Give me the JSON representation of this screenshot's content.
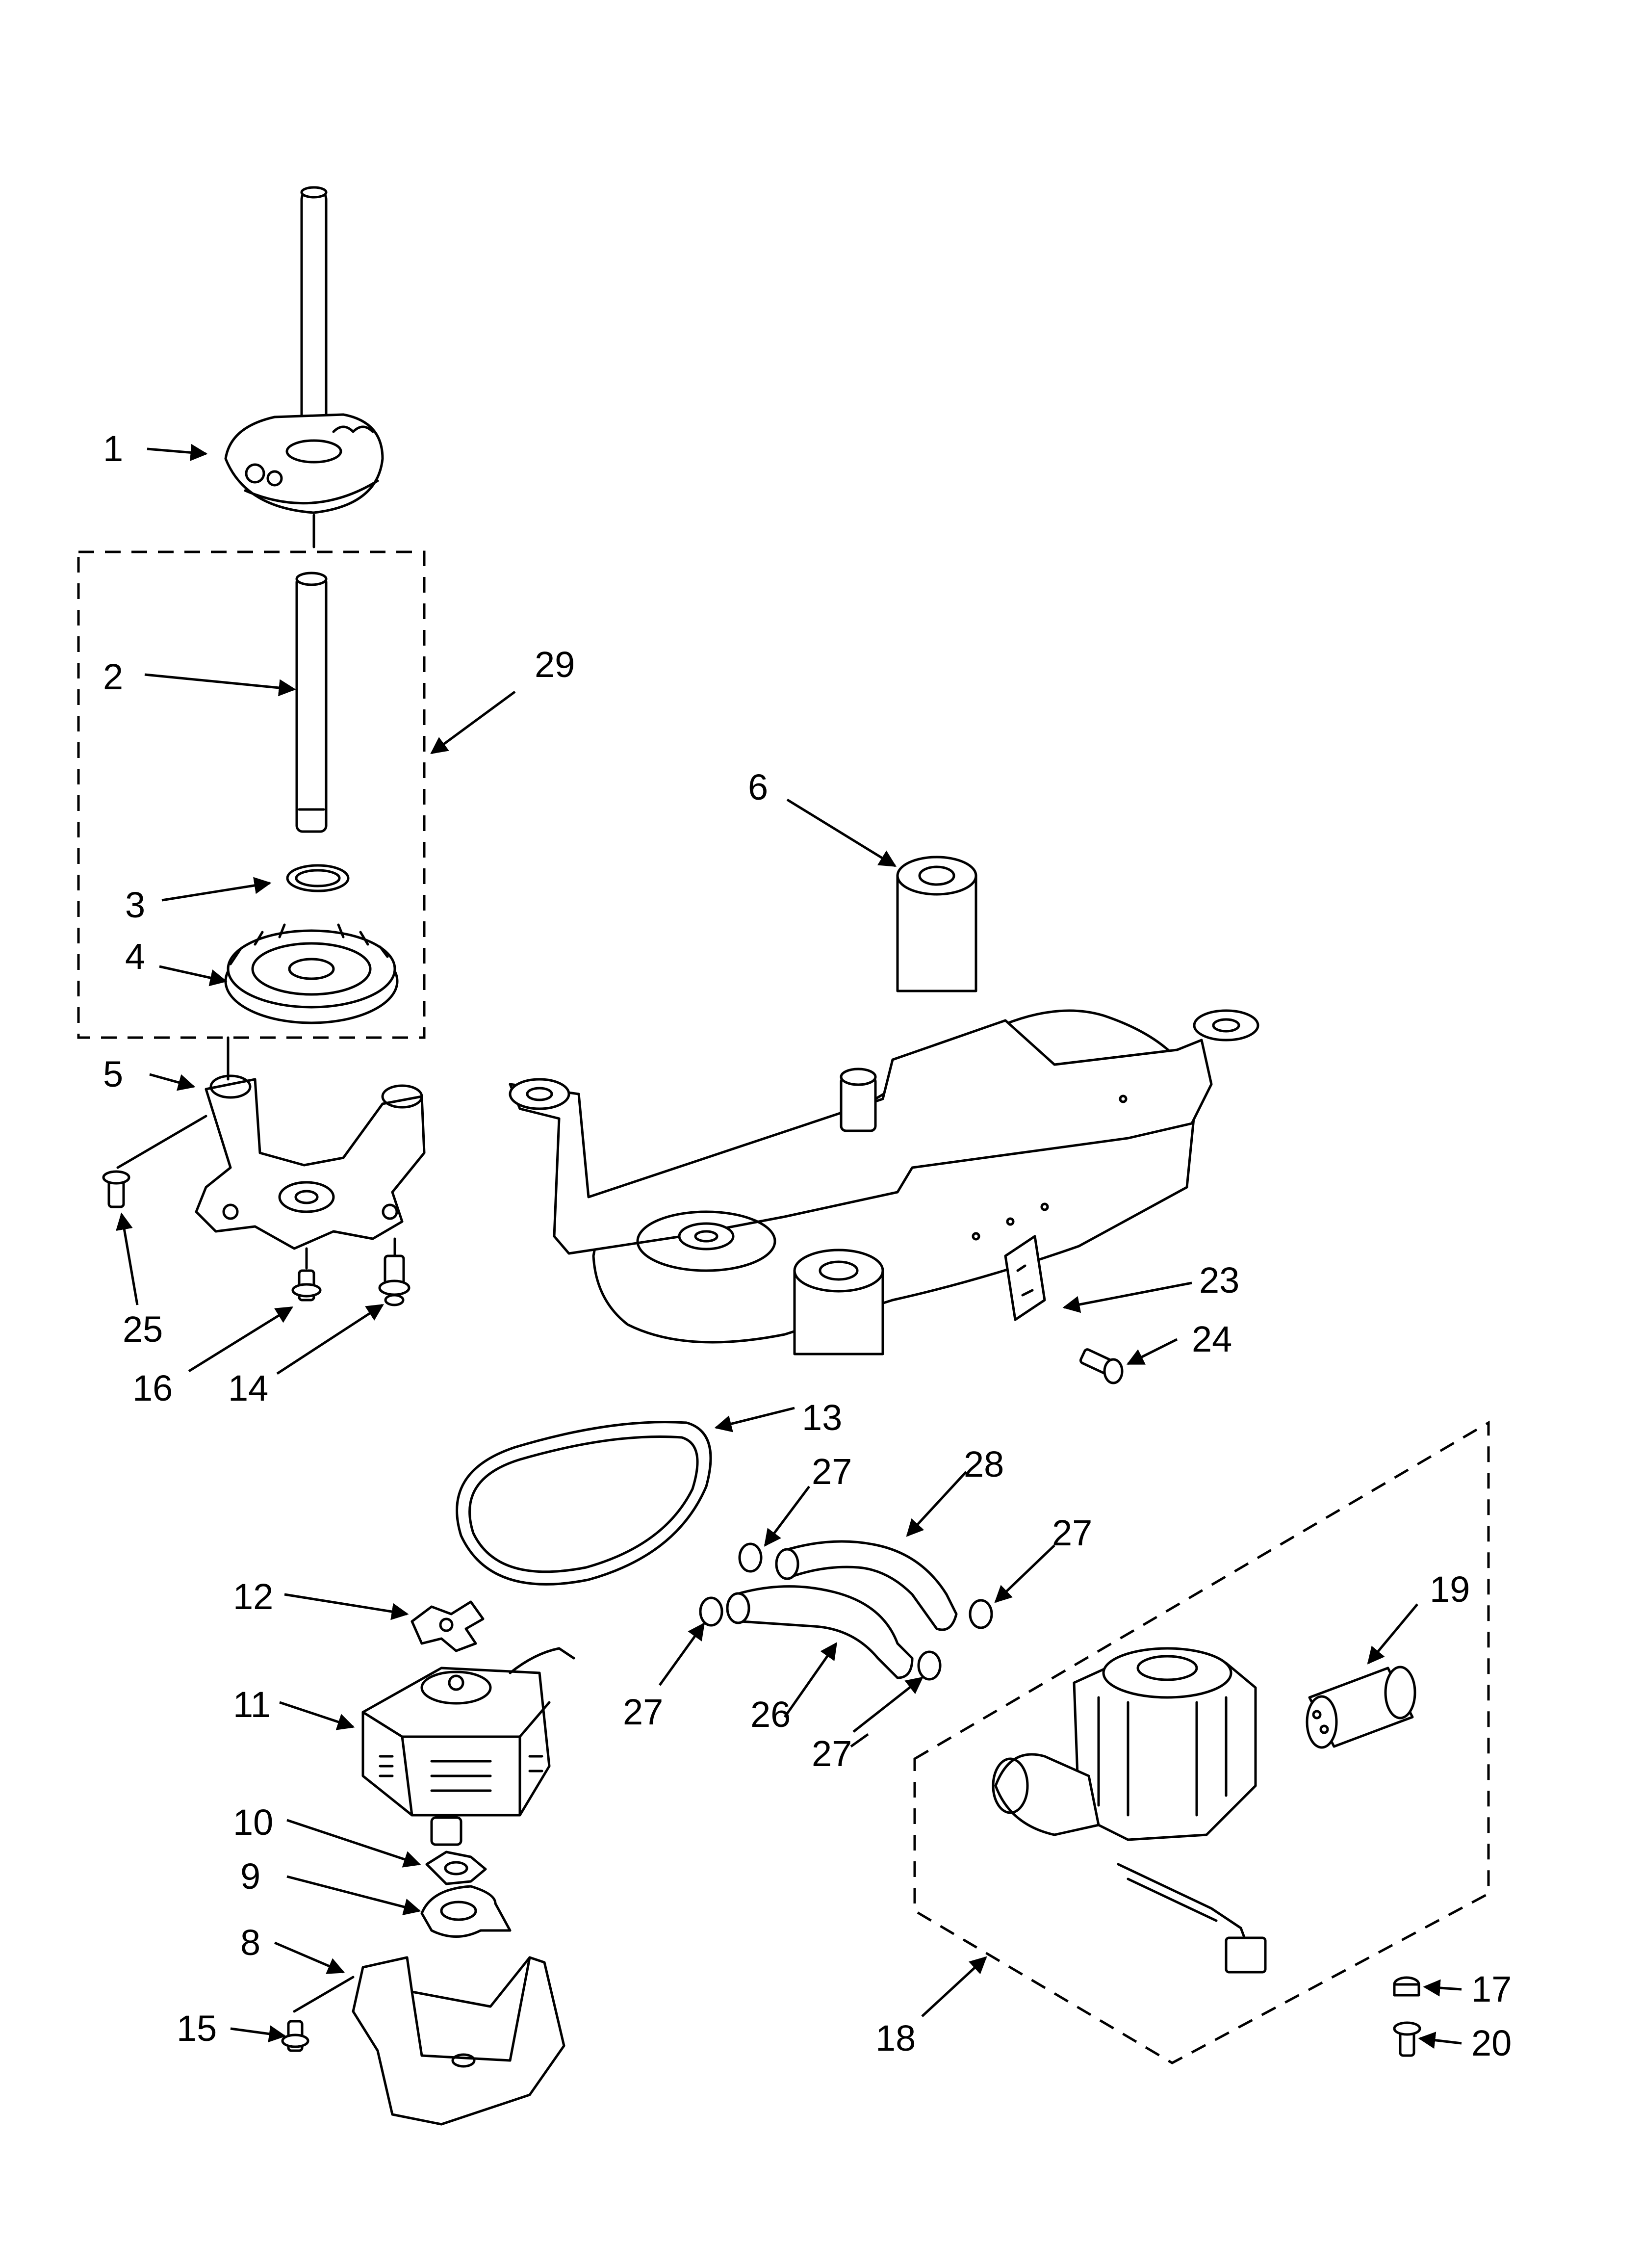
{
  "diagram": {
    "callouts": {
      "c1": "1",
      "c2": "2",
      "c3": "3",
      "c4": "4",
      "c5": "5",
      "c6": "6",
      "c8": "8",
      "c9": "9",
      "c10": "10",
      "c11": "11",
      "c12": "12",
      "c13": "13",
      "c14": "14",
      "c15": "15",
      "c16": "16",
      "c17": "17",
      "c18": "18",
      "c19": "19",
      "c20": "20",
      "c23": "23",
      "c24": "24",
      "c25": "25",
      "c26": "26",
      "c27a": "27",
      "c27b": "27",
      "c27c": "27",
      "c27d": "27",
      "c28": "28",
      "c29": "29"
    }
  }
}
